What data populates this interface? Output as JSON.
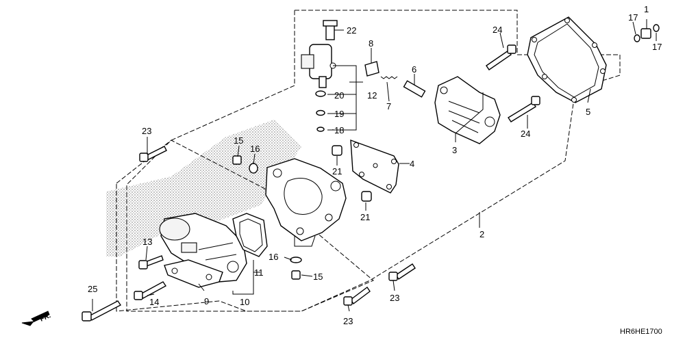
{
  "diagram": {
    "code": "HR6HE1700",
    "direction_label": "FR.",
    "callouts": {
      "c1": "1",
      "c2": "2",
      "c3": "3",
      "c4": "4",
      "c5": "5",
      "c6": "6",
      "c7": "7",
      "c8": "8",
      "c9": "9",
      "c10": "10",
      "c11": "11",
      "c12": "12",
      "c13": "13",
      "c14": "14",
      "c15a": "15",
      "c15b": "15",
      "c16a": "16",
      "c16b": "16",
      "c17a": "17",
      "c17b": "17",
      "c18": "18",
      "c19": "19",
      "c20": "20",
      "c21a": "21",
      "c21b": "21",
      "c22": "22",
      "c23a": "23",
      "c23b": "23",
      "c23c": "23",
      "c24a": "24",
      "c24b": "24",
      "c25": "25"
    }
  }
}
